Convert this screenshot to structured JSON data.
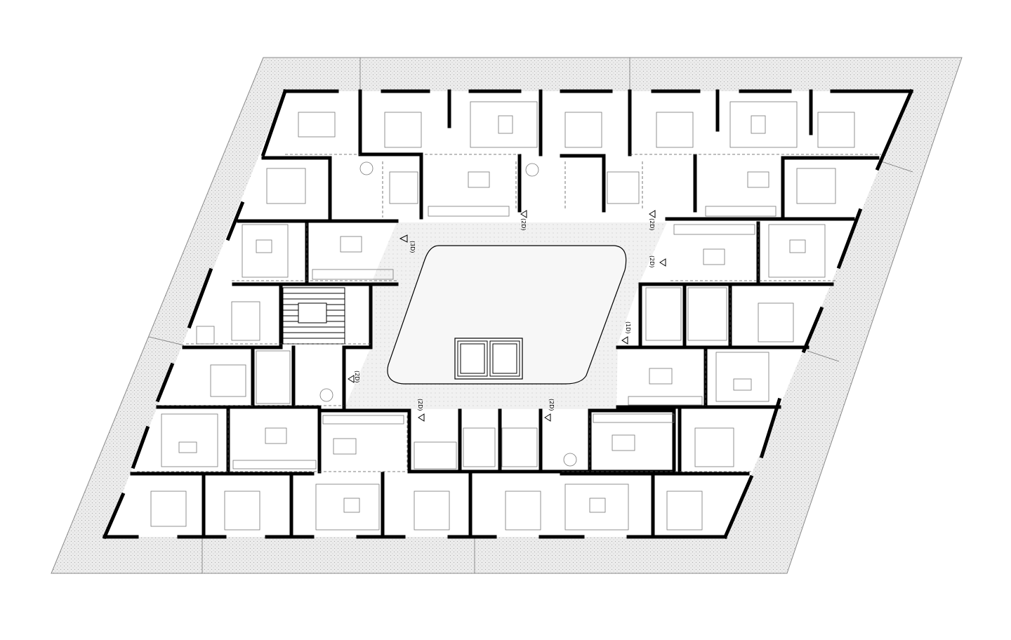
{
  "unit_labels": [
    {
      "id": "u1",
      "text": "(3D)"
    },
    {
      "id": "u2",
      "text": "(2D)"
    },
    {
      "id": "u3",
      "text": "(2D)"
    },
    {
      "id": "u4",
      "text": "(2D)"
    },
    {
      "id": "u5",
      "text": "(1D)"
    },
    {
      "id": "u6",
      "text": "(2D)"
    },
    {
      "id": "u7",
      "text": "(2D)"
    },
    {
      "id": "u8",
      "text": "(2D)"
    }
  ],
  "colors": {
    "background": "#ffffff",
    "wall": "#000000",
    "terrace_fill": "#e6e6e6",
    "corridor_fill": "#f0f0f0",
    "courtyard_fill": "#f6f6f6"
  }
}
